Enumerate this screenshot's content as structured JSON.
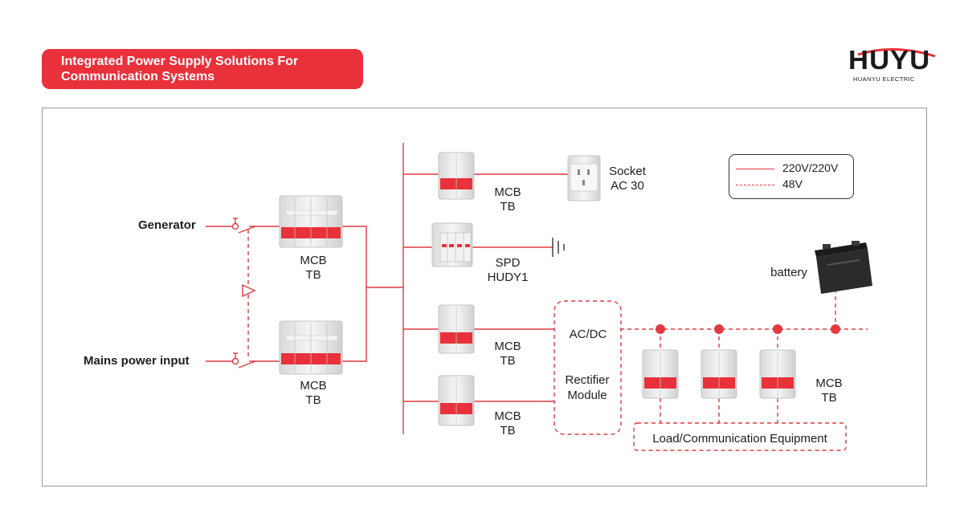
{
  "title": {
    "line1": "Integrated Power Supply Solutions For",
    "line2": "Communication Systems"
  },
  "logo": {
    "name": "HUYU",
    "subtitle": "HUANYU ELECTRIC"
  },
  "inputs": {
    "generator": "Generator",
    "mains": "Mains power input"
  },
  "breakers": {
    "main_top": [
      "MCB",
      "TB"
    ],
    "main_bottom": [
      "MCB",
      "TB"
    ],
    "branch_socket": [
      "MCB",
      "TB"
    ],
    "branch_rectifier": [
      "MCB",
      "TB"
    ],
    "branch_bottom": [
      "MCB",
      "TB"
    ],
    "dc_load": [
      "MCB",
      "TB"
    ]
  },
  "socket": [
    "Socket",
    "AC 30"
  ],
  "spd": [
    "SPD",
    "HUDY1"
  ],
  "rectifier": {
    "line1": "AC/DC",
    "line2": "Rectifier",
    "line3": "Module"
  },
  "battery": "battery",
  "load": "Load/Communication Equipment",
  "legend": {
    "solid_label": "220V/220V",
    "dashed_label": "48V"
  },
  "colors": {
    "accent": "#e8313a",
    "wire": "#e23a41",
    "breaker_body": "#ececec",
    "breaker_handle": "#e8313a"
  },
  "icons": [
    "mcb-breaker-icon",
    "socket-icon",
    "spd-icon",
    "ground-icon",
    "battery-icon",
    "switch-contact-icon",
    "interlock-icon"
  ]
}
